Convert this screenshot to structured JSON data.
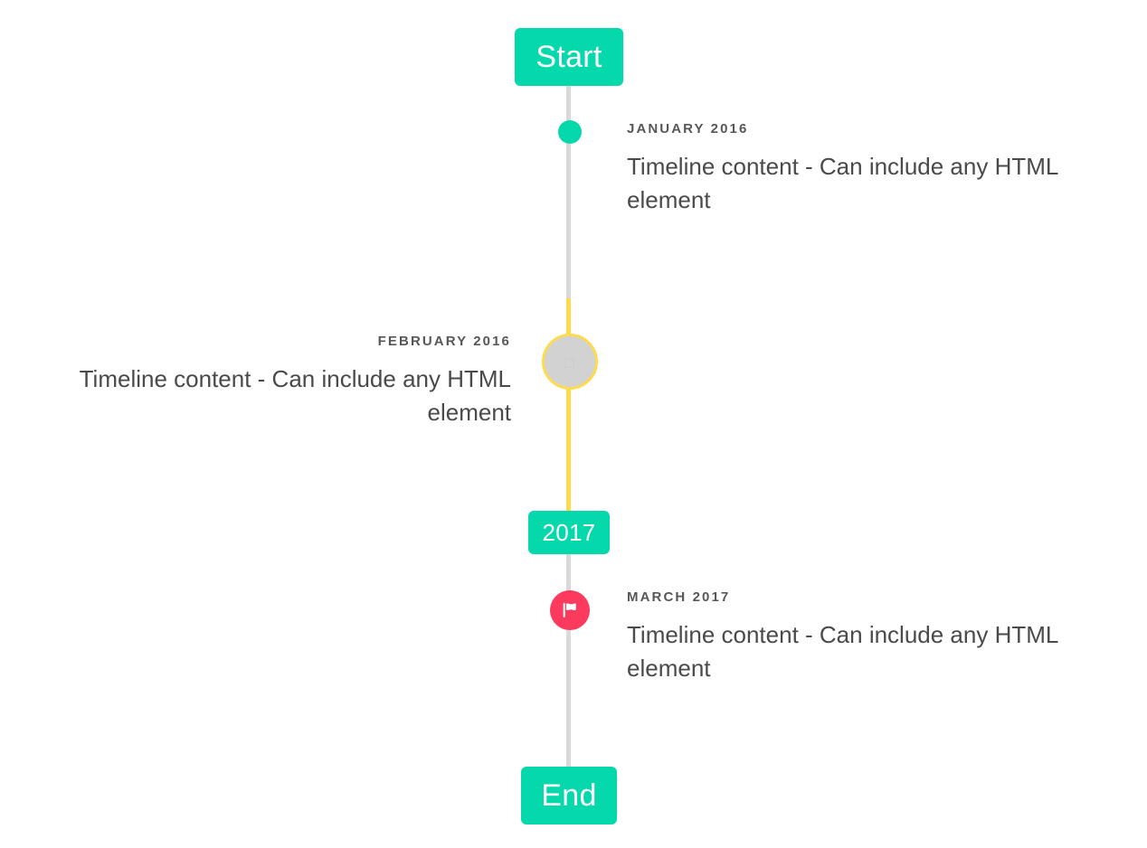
{
  "colors": {
    "accent_teal": "#05d9ac",
    "accent_yellow": "#fddb4f",
    "accent_pink": "#fc3a5d",
    "line_gray": "#d9d9d9",
    "marker_gray": "#d2d2d2",
    "date_text": "#575757",
    "body_text": "#4a4a4a",
    "background": "#ffffff"
  },
  "caps": {
    "start_label": "Start",
    "middle_label": "2017",
    "end_label": "End"
  },
  "entries": [
    {
      "id": "january-2016",
      "date": "JANUARY 2016",
      "body": "Timeline content - Can include any HTML element",
      "side": "right",
      "marker": "dot",
      "marker_icon": "filled-circle-marker"
    },
    {
      "id": "february-2016",
      "date": "FEBRUARY 2016",
      "body": "Timeline content - Can include any HTML element",
      "side": "left",
      "marker": "ring",
      "marker_icon": "broken-image-placeholder-icon",
      "marker_glyph": "⬚"
    },
    {
      "id": "march-2017",
      "date": "MARCH 2017",
      "body": "Timeline content - Can include any HTML element",
      "side": "right",
      "marker": "flag",
      "marker_icon": "flag-icon"
    }
  ]
}
